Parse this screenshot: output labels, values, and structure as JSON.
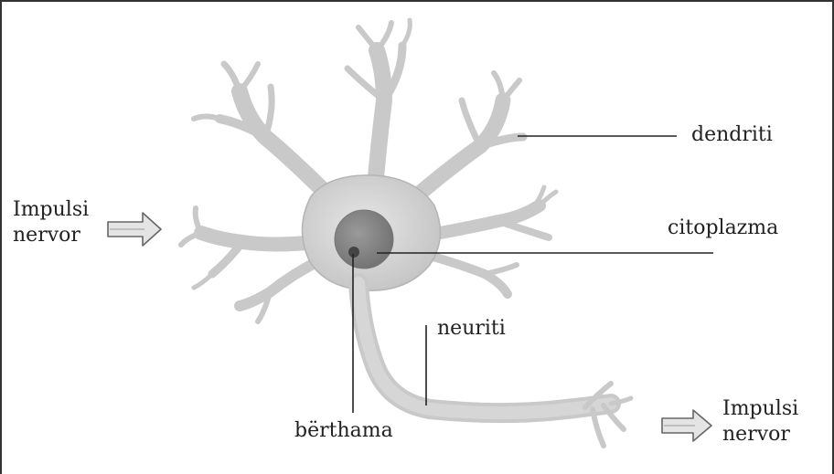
{
  "labels": {
    "input": {
      "line1": "Impulsi",
      "line2": "nervor"
    },
    "output": {
      "line1": "Impulsi",
      "line2": "nervor"
    },
    "dendriti": "dendriti",
    "citoplazma": "citoplazma",
    "neuriti": "neuriti",
    "berthama": "bërthama"
  },
  "colors": {
    "cell_body": "#d8d8d8",
    "cell_edge": "#a9a9a9",
    "nucleus": "#8a8a8a",
    "nucleolus": "#444444",
    "leader_line": "#222222",
    "arrow_fill": "#e4e4e4",
    "arrow_stroke": "#666666"
  }
}
